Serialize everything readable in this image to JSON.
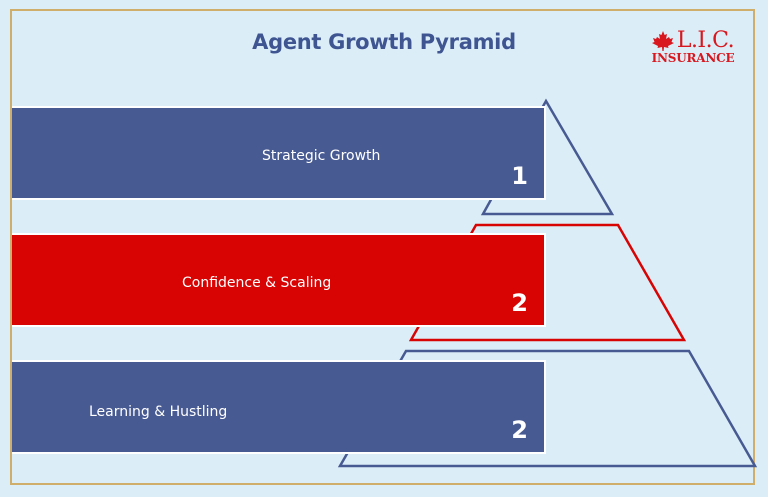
{
  "header": {
    "title": "Agent Growth Pyramid"
  },
  "logo": {
    "brand": "L.I.C.",
    "subtitle": "INSURANCE",
    "icon": "maple-leaf-icon",
    "color": "#d8171e"
  },
  "colors": {
    "background": "#dbeef8",
    "frame": "#cfae6c",
    "blue": "#485a92",
    "red": "#d80404",
    "title": "#3f5592"
  },
  "levels": [
    {
      "label": "Strategic Growth",
      "number": "1",
      "color": "#485a92",
      "shape": "triangle"
    },
    {
      "label": "Confidence & Scaling",
      "number": "2",
      "color": "#d80404",
      "shape": "trapezoid"
    },
    {
      "label": "Learning & Hustling",
      "number": "2",
      "color": "#485a92",
      "shape": "trapezoid"
    }
  ]
}
